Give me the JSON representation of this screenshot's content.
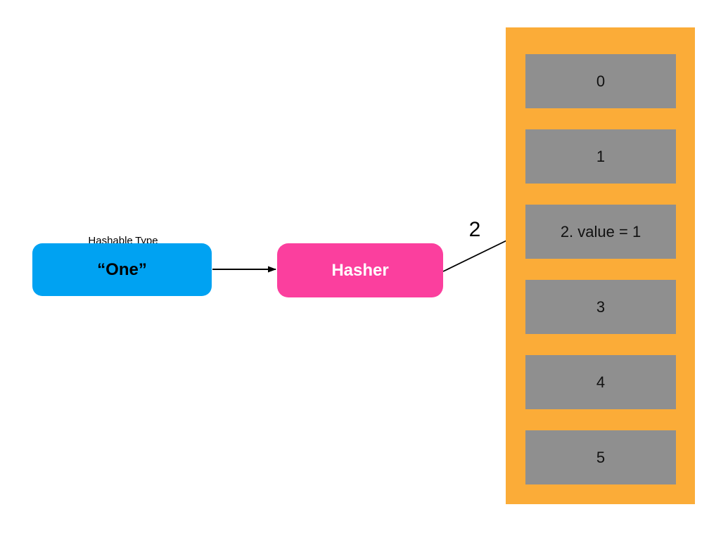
{
  "input": {
    "label_word_misspelled": "Hashable",
    "label_word_rest": "Type",
    "underline_color": "#ff3b30",
    "value": "“One”",
    "color": "#00A2F2"
  },
  "hasher": {
    "label": "Hasher",
    "color": "#FB3F9E"
  },
  "hash_index_label": "2",
  "table": {
    "color": "#FBAC38",
    "slot_color": "#8F8F8F",
    "slots": [
      {
        "label": "0"
      },
      {
        "label": "1"
      },
      {
        "label": "2. value = 1"
      },
      {
        "label": "3"
      },
      {
        "label": "4"
      },
      {
        "label": "5"
      }
    ]
  }
}
